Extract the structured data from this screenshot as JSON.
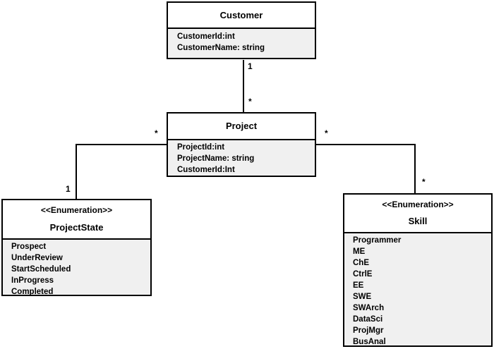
{
  "classes": {
    "customer": {
      "name": "Customer",
      "attributes": [
        "CustomerId:int",
        "CustomerName: string"
      ]
    },
    "project": {
      "name": "Project",
      "attributes": [
        "ProjectId:int",
        "ProjectName: string",
        "CustomerId:Int"
      ]
    },
    "project_state": {
      "stereotype": "<<Enumeration>>",
      "name": "ProjectState",
      "attributes": [
        "Prospect",
        "UnderReview",
        "StartScheduled",
        "InProgress",
        "Completed"
      ]
    },
    "skill": {
      "stereotype": "<<Enumeration>>",
      "name": "Skill",
      "attributes": [
        "Programmer",
        "ME",
        "ChE",
        "CtrlE",
        "EE",
        "SWE",
        "SWArch",
        "DataSci",
        "ProjMgr",
        "BusAnal"
      ]
    }
  },
  "multiplicities": {
    "customer_end": "1",
    "project_customer_end": "*",
    "project_state_left": "*",
    "state_end": "1",
    "project_skill_right": "*",
    "skill_end": "*"
  }
}
